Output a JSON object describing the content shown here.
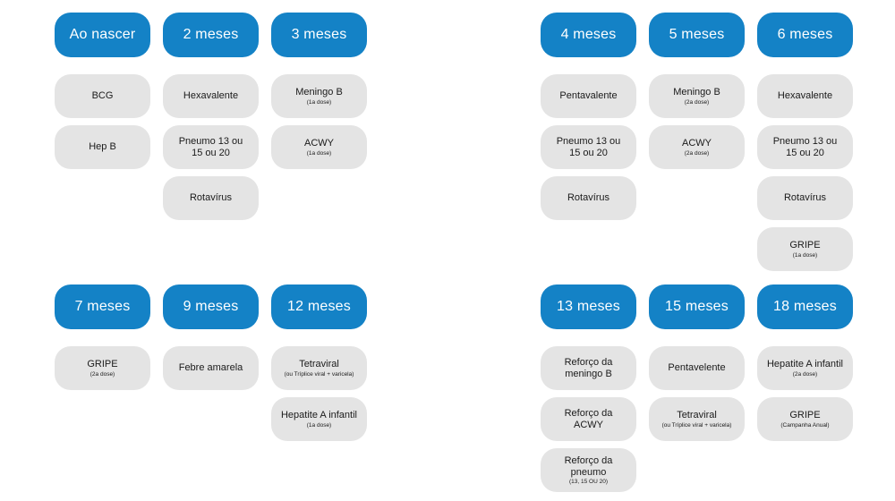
{
  "palette": {
    "header_bg": "#1482c6",
    "header_text": "#ffffff",
    "pill_bg": "#e4e4e4",
    "pill_text": "#1a1a1a"
  },
  "groups": [
    {
      "position": "top-left",
      "columns": [
        {
          "header": "Ao nascer",
          "pills": [
            {
              "label": "BCG"
            },
            {
              "label": "Hep B"
            }
          ]
        },
        {
          "header": "2 meses",
          "pills": [
            {
              "label": "Hexavalente"
            },
            {
              "label": "Pneumo 13 ou\n15 ou 20"
            },
            {
              "label": "Rotavírus"
            }
          ]
        },
        {
          "header": "3 meses",
          "pills": [
            {
              "label": "Meningo B",
              "sub": "(1a dose)"
            },
            {
              "label": "ACWY",
              "sub": "(1a dose)"
            }
          ]
        }
      ]
    },
    {
      "position": "top-right",
      "columns": [
        {
          "header": "4 meses",
          "pills": [
            {
              "label": "Pentavalente"
            },
            {
              "label": "Pneumo 13 ou\n15 ou 20"
            },
            {
              "label": "Rotavírus"
            }
          ]
        },
        {
          "header": "5 meses",
          "pills": [
            {
              "label": "Meningo B",
              "sub": "(2a dose)"
            },
            {
              "label": "ACWY",
              "sub": "(2a dose)"
            }
          ]
        },
        {
          "header": "6 meses",
          "pills": [
            {
              "label": "Hexavalente"
            },
            {
              "label": "Pneumo 13 ou\n15 ou 20"
            },
            {
              "label": "Rotavírus"
            },
            {
              "label": "GRIPE",
              "sub": "(1a dose)"
            }
          ]
        }
      ]
    },
    {
      "position": "bottom-left",
      "columns": [
        {
          "header": "7 meses",
          "pills": [
            {
              "label": "GRIPE",
              "sub": "(2a dose)"
            }
          ]
        },
        {
          "header": "9 meses",
          "pills": [
            {
              "label": "Febre amarela"
            }
          ]
        },
        {
          "header": "12 meses",
          "pills": [
            {
              "label": "Tetraviral",
              "sub": "(ou Tríplice viral + varicela)"
            },
            {
              "label": "Hepatite A infantil",
              "sub": "(1a dose)"
            }
          ]
        }
      ]
    },
    {
      "position": "bottom-right",
      "columns": [
        {
          "header": "13 meses",
          "pills": [
            {
              "label": "Reforço da\nmeningo B"
            },
            {
              "label": "Reforço da\nACWY"
            },
            {
              "label": "Reforço da\npneumo",
              "sub": "(13, 15 OU 20)"
            }
          ]
        },
        {
          "header": "15 meses",
          "pills": [
            {
              "label": "Pentavelente"
            },
            {
              "label": "Tetraviral",
              "sub": "(ou Tríplice viral + varicela)"
            }
          ]
        },
        {
          "header": "18 meses",
          "pills": [
            {
              "label": "Hepatite A infantil",
              "sub": "(2a dose)"
            },
            {
              "label": "GRIPE",
              "sub": "(Campanha Anual)"
            }
          ]
        }
      ]
    }
  ]
}
